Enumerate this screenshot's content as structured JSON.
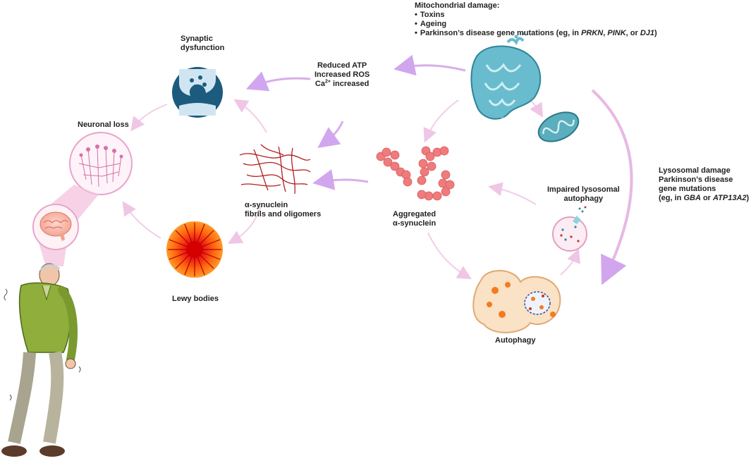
{
  "labels": {
    "synaptic_line1": "Synaptic",
    "synaptic_line2": "dysfunction",
    "neuronal_loss": "Neuronal loss",
    "lewy_bodies": "Lewy bodies",
    "fibrils_line1": "α-synuclein",
    "fibrils_line2": "fibrils and oligomers",
    "aggregated_line1": "Aggregated",
    "aggregated_line2": "α-synuclein",
    "reduced_atp": "Reduced ATP",
    "increased_ros": "Increased ROS",
    "ca_prefix": "Ca",
    "ca_sup": "2+",
    "ca_suffix": " increased",
    "impaired_line1": "Impaired lysosomal",
    "impaired_line2": "autophagy",
    "autophagy": "Autophagy",
    "lyso_line1": "Lysosomal damage",
    "lyso_line2": "Parkinson’s disease",
    "lyso_line3": "gene mutations",
    "lyso_line4_a": "(eg, in ",
    "lyso_line4_gba": "GBA",
    "lyso_line4_or": " or ",
    "lyso_line4_atp": "ATP13A2",
    "lyso_line4_close": ")"
  },
  "mitochondrial": {
    "title": "Mitochondrial damage:",
    "item1": "Toxins",
    "item2": "Ageing",
    "item3_a": "Parkinson’s disease gene mutations (eg, in ",
    "item3_prkn": "PRKN",
    "item3_sep1": ", ",
    "item3_pink": "PINK",
    "item3_sep2": ", or ",
    "item3_dj1": "DJ1",
    "item3_close": ")"
  },
  "colors": {
    "arrow_light": "#efc6e6",
    "arrow_mid": "#d7a7ea",
    "synapse_blue": "#1d5b7e",
    "mito_teal": "#5db3c4",
    "alpha_red": "#ee7b7b",
    "fibril_red": "#b51e1e",
    "lewy_orange": "#ff7a10"
  }
}
